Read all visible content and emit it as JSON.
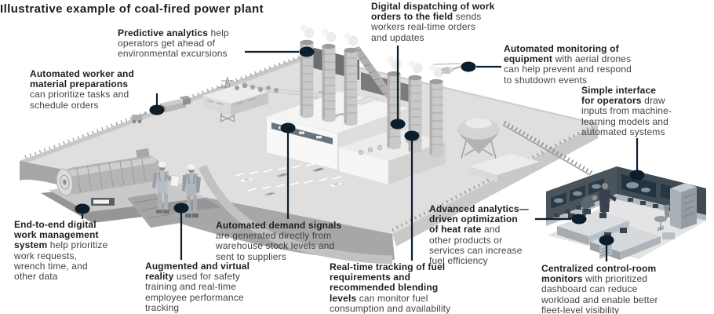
{
  "title": "Illustrative example of coal-fired power plant",
  "colors": {
    "background": "#ffffff",
    "callout": "#0c1d2b",
    "bold_text": "#1e1e1e",
    "body_text": "#424242",
    "illustration_gray": "#dfdfdf"
  },
  "annotations": [
    {
      "id": "predictive-analytics",
      "bold": "Predictive analytics",
      "rest": " help\noperators get ahead of\nenvironmental excursions"
    },
    {
      "id": "automated-worker",
      "bold": "Automated worker and\nmaterial preparations",
      "rest": "\ncan prioritize tasks and\nschedule orders"
    },
    {
      "id": "digital-dispatching",
      "bold": "Digital dispatching of work\norders to the field",
      "rest": " sends\nworkers real-time orders\nand updates"
    },
    {
      "id": "automated-monitoring",
      "bold": "Automated monitoring of\nequipment",
      "rest": " with aerial drones\ncan help prevent and respond\nto shutdown events"
    },
    {
      "id": "simple-interface",
      "bold": "Simple interface\nfor operators",
      "rest": " draw\ninputs from machine-\nlearning models and\nautomated systems"
    },
    {
      "id": "end-to-end-work-management",
      "bold": "End-to-end digital\nwork management\nsystem",
      "rest": " help prioritize\nwork requests,\nwrench time, and\nother data"
    },
    {
      "id": "augmented-virtual-reality",
      "bold": "Augmented and virtual\nreality",
      "rest": " used for safety\ntraining and real-time\nemployee performance\ntracking"
    },
    {
      "id": "automated-demand-signals",
      "bold": "Automated demand signals",
      "rest": "\nare generated directly from\nwarehouse stock levels and\nsent to suppliers"
    },
    {
      "id": "realtime-fuel-tracking",
      "bold": "Real-time tracking of fuel\nrequirements and\nrecommended blending\nlevels",
      "rest": " can monitor fuel\nconsumption and availability"
    },
    {
      "id": "advanced-analytics",
      "bold": "Advanced analytics—\ndriven optimization\nof heat rate",
      "rest": " and\nother products or\nservices can increase\nfuel efficiency"
    },
    {
      "id": "centralized-control-room",
      "bold": "Centralized control-room\nmonitors",
      "rest": " with prioritized\ndashboard can reduce\nworkload and enable better\nfleet-level visibility"
    }
  ]
}
